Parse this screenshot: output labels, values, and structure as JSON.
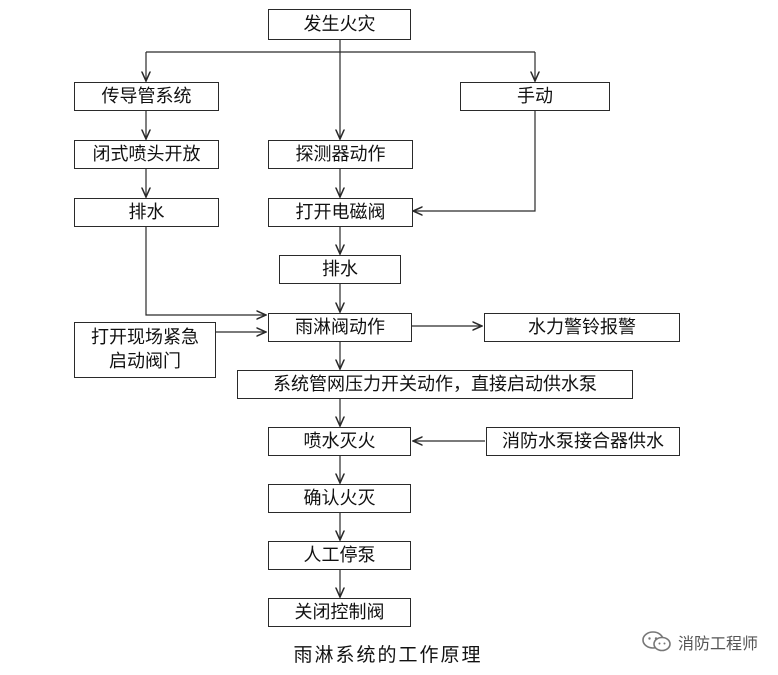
{
  "diagram": {
    "nodes": {
      "fire": "发生火灾",
      "transmission": "传导管系统",
      "manual": "手动",
      "closed_sprinkler": "闭式喷头开放",
      "detector": "探测器动作",
      "drain_left": "排水",
      "open_solenoid": "打开电磁阀",
      "drain_center": "排水",
      "emergency_valve": "打开现场紧急\n启动阀门",
      "deluge_valve": "雨淋阀动作",
      "alarm_bell": "水力警铃报警",
      "pressure_switch": "系统管网压力开关动作，直接启动供水泵",
      "spray": "喷水灭火",
      "pump_adapter": "消防水泵接合器供水",
      "confirm": "确认火灭",
      "stop_pump": "人工停泵",
      "close_valve": "关闭控制阀"
    },
    "caption": "雨淋系统的工作原理",
    "line_color": "#2a2a2a"
  },
  "watermark": {
    "text": "消防工程师",
    "icon": "wechat-icon"
  }
}
